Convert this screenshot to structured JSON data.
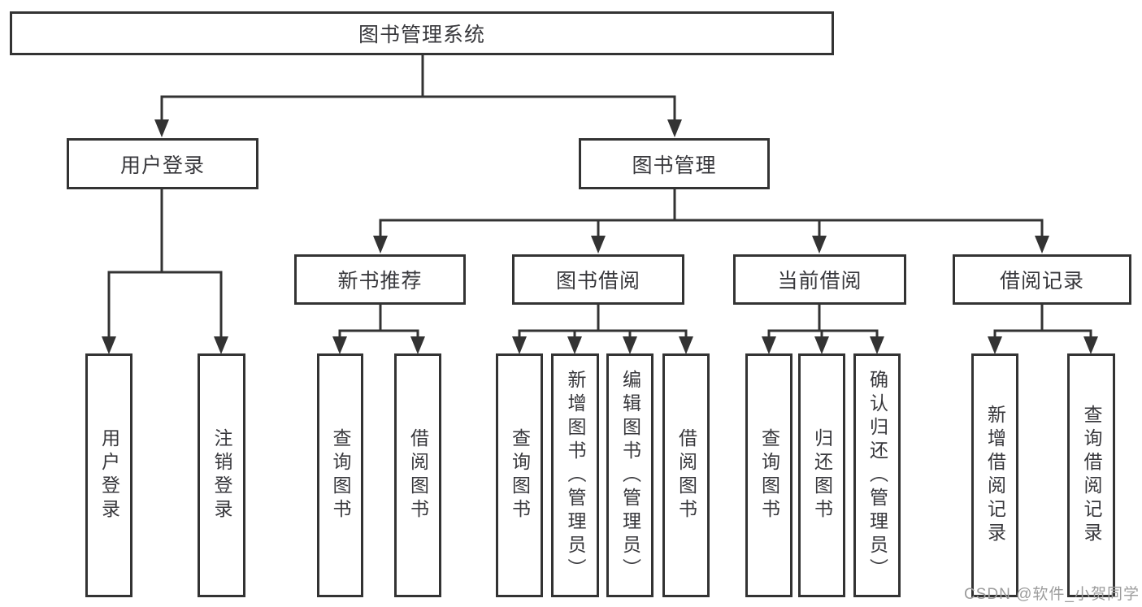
{
  "diagram": {
    "root": {
      "label": "图书管理系统"
    },
    "level2": [
      {
        "label": "用户登录"
      },
      {
        "label": "图书管理"
      }
    ],
    "level3": [
      {
        "label": "新书推荐"
      },
      {
        "label": "图书借阅"
      },
      {
        "label": "当前借阅"
      },
      {
        "label": "借阅记录"
      }
    ],
    "level4": [
      {
        "label": "用户登录"
      },
      {
        "label": "注销登录"
      },
      {
        "label": "查询图书"
      },
      {
        "label": "借阅图书"
      },
      {
        "label": "查询图书"
      },
      {
        "label": "新增图书（管理员）"
      },
      {
        "label": "编辑图书（管理员）"
      },
      {
        "label": "借阅图书"
      },
      {
        "label": "查询图书"
      },
      {
        "label": "归还图书"
      },
      {
        "label": "确认归还（管理员）"
      },
      {
        "label": "新增借阅记录"
      },
      {
        "label": "查询借阅记录"
      }
    ],
    "watermark": "CSDN @软件_小贺同学",
    "colors": {
      "line": "#333333",
      "text": "#38383c",
      "watermark": "#9c9c9c",
      "background": "#ffffff"
    }
  }
}
